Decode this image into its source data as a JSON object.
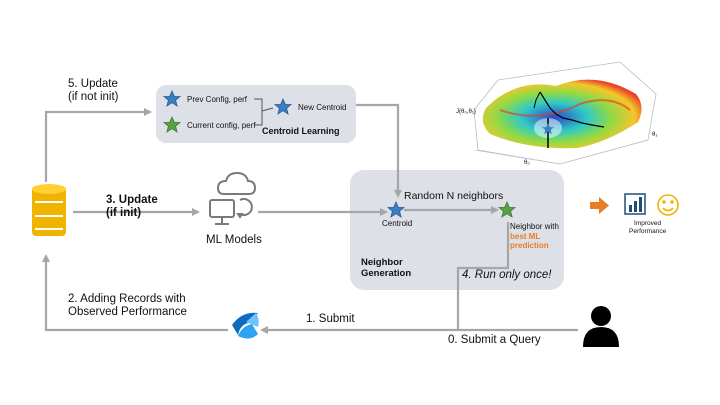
{
  "diagram": {
    "update_not_init": {
      "line1": "5. Update",
      "line2": "(if not init)"
    },
    "update_init": {
      "line1": "3. Update",
      "line2": "(if init)"
    },
    "adding_records": {
      "line1": "2. Adding Records with",
      "line2": "Observed Performance"
    },
    "submit": "1. Submit",
    "submit_query": "0. Submit a Query",
    "run_once": "4. Run only once!",
    "ml_models": "ML Models",
    "centroid_learning": {
      "prev": "Prev Config, perf",
      "current": "Current config, perf",
      "new_centroid": "New Centroid",
      "title": "Centroid Learning"
    },
    "neighbor_generation": {
      "random_neighbors": "Random N neighbors",
      "centroid": "Centroid",
      "neighbor_with": "Neighbor with",
      "best_ml": "best ML",
      "prediction": "prediction",
      "title_line1": "Neighbor",
      "title_line2": "Generation"
    },
    "improved": {
      "line1": "Improved",
      "line2": "Performance"
    },
    "plot": {
      "z_label": "J(θ₀,θ₁)",
      "x_label": "θ₀",
      "y_label": "θ₁"
    }
  },
  "colors": {
    "arrow": "#a6a6a6",
    "box_fill": "#dde0e7",
    "star_blue": "#3c7dc4",
    "star_green": "#5aa146",
    "database": "#f0b400",
    "orange": "#e87d26",
    "accent_blue": "#1f4e79",
    "smiley": "#f0b400"
  },
  "icons": [
    "database-icon",
    "ml-models-icon",
    "app-logo-icon",
    "user-icon",
    "orange-arrow-icon",
    "bar-chart-icon",
    "smiley-icon"
  ]
}
